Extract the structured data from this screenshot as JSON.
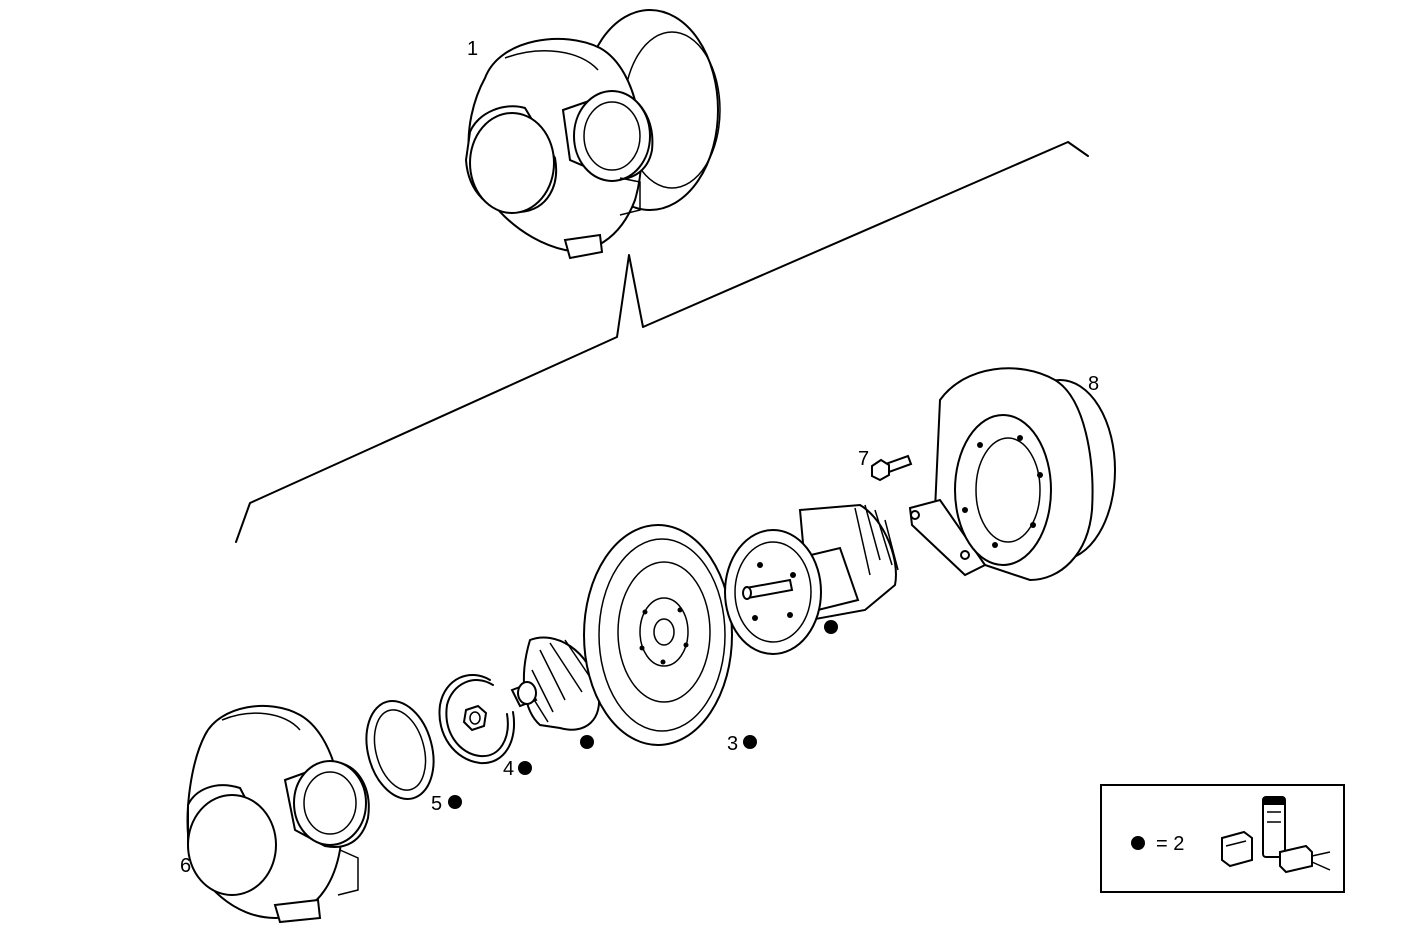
{
  "parts": [
    {
      "id": "1",
      "label": "1"
    },
    {
      "id": "3",
      "label": "3"
    },
    {
      "id": "4",
      "label": "4"
    },
    {
      "id": "5",
      "label": "5"
    },
    {
      "id": "6",
      "label": "6"
    },
    {
      "id": "7",
      "label": "7"
    },
    {
      "id": "8",
      "label": "8"
    }
  ],
  "legend": {
    "text": "= 2",
    "symbol": "filled-dot",
    "icon": "sealant-tube-and-packets-icon"
  }
}
